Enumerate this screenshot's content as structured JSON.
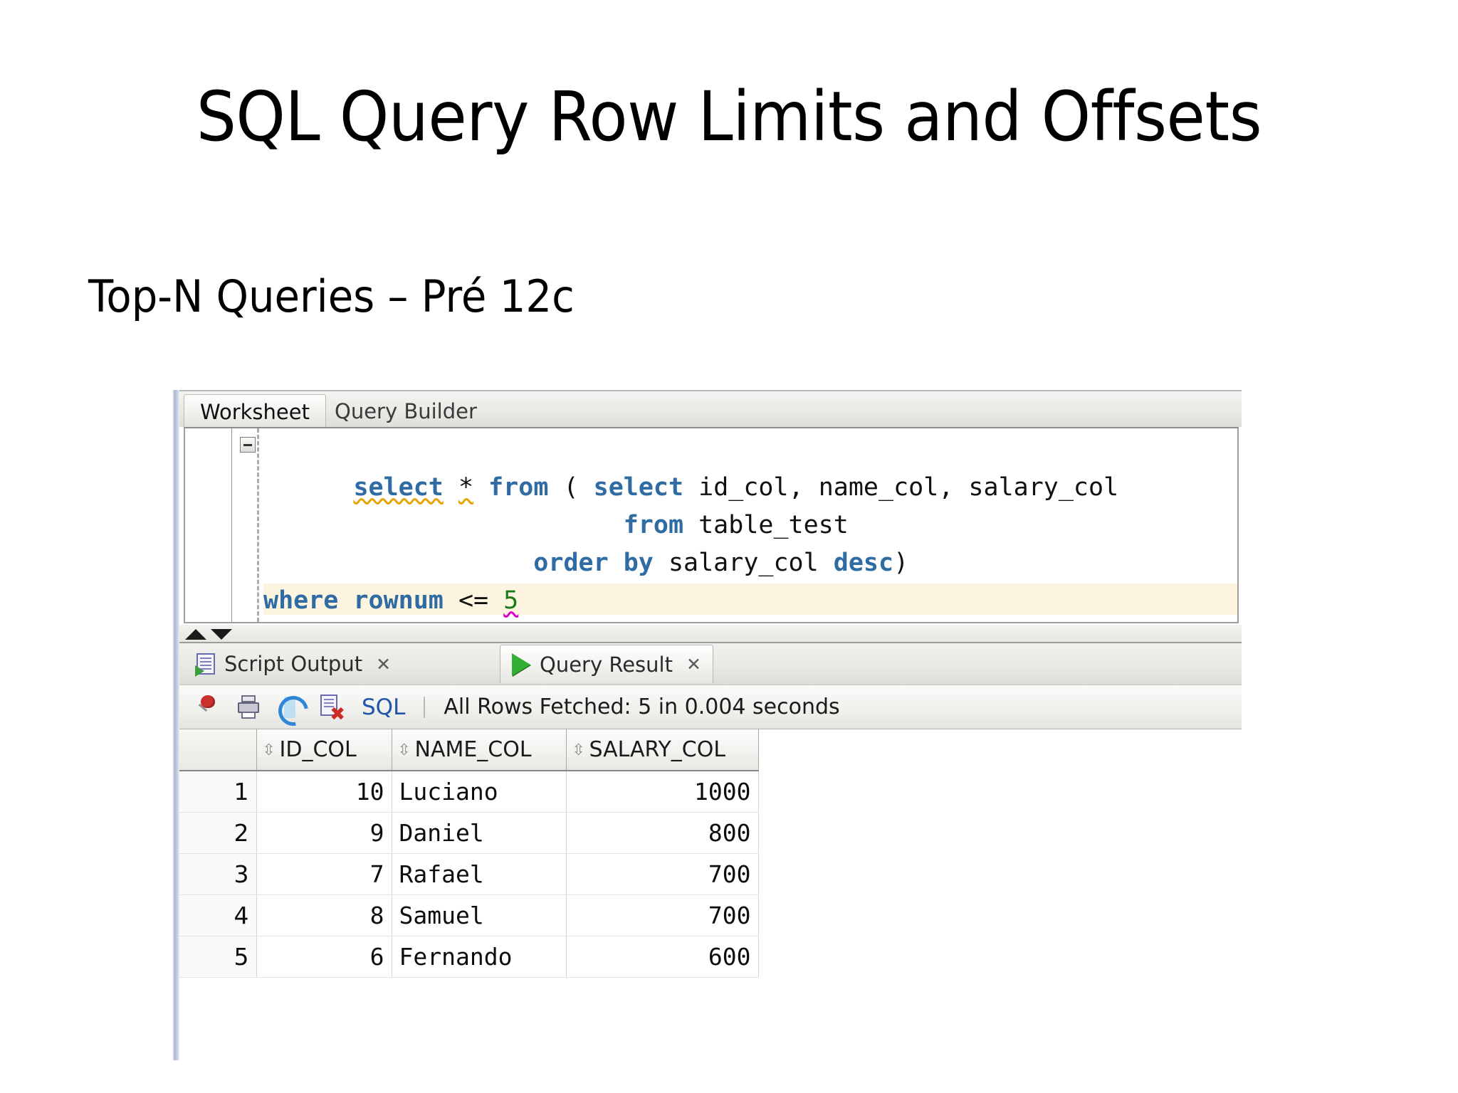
{
  "slide": {
    "title": "SQL Query Row Limits and Offsets",
    "subtitle": "Top-N Queries – Pré 12c"
  },
  "sqldev": {
    "editor_tabs": [
      {
        "label": "Worksheet",
        "active": true
      },
      {
        "label": "Query Builder",
        "active": false
      }
    ],
    "code_lines": [
      {
        "tokens": [
          {
            "t": "select",
            "k": "kw squiggle-yellow"
          },
          {
            "t": " ",
            "k": "plain"
          },
          {
            "t": "*",
            "k": "plain squiggle-yellow"
          },
          {
            "t": " ",
            "k": "plain"
          },
          {
            "t": "from",
            "k": "kw"
          },
          {
            "t": " ( ",
            "k": "plain"
          },
          {
            "t": "select",
            "k": "kw"
          },
          {
            "t": " id_col, name_col, salary_col",
            "k": "plain"
          }
        ]
      },
      {
        "tokens": [
          {
            "t": "                        ",
            "k": "plain"
          },
          {
            "t": "from",
            "k": "kw"
          },
          {
            "t": " table_test",
            "k": "plain"
          }
        ]
      },
      {
        "tokens": [
          {
            "t": "                  ",
            "k": "plain"
          },
          {
            "t": "order",
            "k": "kw"
          },
          {
            "t": " ",
            "k": "plain"
          },
          {
            "t": "by",
            "k": "kw"
          },
          {
            "t": " salary_col ",
            "k": "plain"
          },
          {
            "t": "desc",
            "k": "kw"
          },
          {
            "t": ")",
            "k": "plain"
          }
        ]
      },
      {
        "tokens": [
          {
            "t": "where",
            "k": "kw"
          },
          {
            "t": " ",
            "k": "plain"
          },
          {
            "t": "rownum",
            "k": "kw"
          },
          {
            "t": " <= ",
            "k": "plain"
          },
          {
            "t": "5",
            "k": "num squiggle-magenta"
          }
        ]
      }
    ],
    "code_plain": "select * from ( select id_col, name_col, salary_col\n                        from table_test\n                  order by salary_col desc)\nwhere rownum <= 5",
    "fold_icon": "collapse-minus-icon",
    "splitter": {
      "up": "expand-up-icon",
      "down": "collapse-down-icon"
    },
    "result_tabs": [
      {
        "label": "Script Output",
        "icon": "script-output-icon",
        "close": "✕",
        "active": false
      },
      {
        "label": "Query Result",
        "icon": "query-result-play-icon",
        "close": "✕",
        "active": true
      }
    ],
    "toolbar": {
      "icons": [
        "pin-icon",
        "print-icon",
        "refresh-icon",
        "cancel-icon"
      ],
      "sql_label": "SQL",
      "status": "All Rows Fetched: 5 in 0.004 seconds"
    },
    "results_grid": {
      "columns": [
        "ID_COL",
        "NAME_COL",
        "SALARY_COL"
      ],
      "sort_glyph": "sort-updown-icon",
      "rows": [
        {
          "n": "1",
          "ID_COL": "10",
          "NAME_COL": "Luciano",
          "SALARY_COL": "1000"
        },
        {
          "n": "2",
          "ID_COL": "9",
          "NAME_COL": "Daniel",
          "SALARY_COL": "800"
        },
        {
          "n": "3",
          "ID_COL": "7",
          "NAME_COL": "Rafael",
          "SALARY_COL": "700"
        },
        {
          "n": "4",
          "ID_COL": "8",
          "NAME_COL": "Samuel",
          "SALARY_COL": "700"
        },
        {
          "n": "5",
          "ID_COL": "6",
          "NAME_COL": "Fernando",
          "SALARY_COL": "600"
        }
      ]
    }
  },
  "colors": {
    "keyword_blue": "#2e6ca3",
    "number_green": "#1a7a1a",
    "squiggle_yellow": "#e8a400",
    "squiggle_magenta": "#e000c8",
    "current_line": "#fdf5e0",
    "sql_link": "#2255aa",
    "play_green": "#33b033",
    "pin_red": "#c9312a"
  }
}
